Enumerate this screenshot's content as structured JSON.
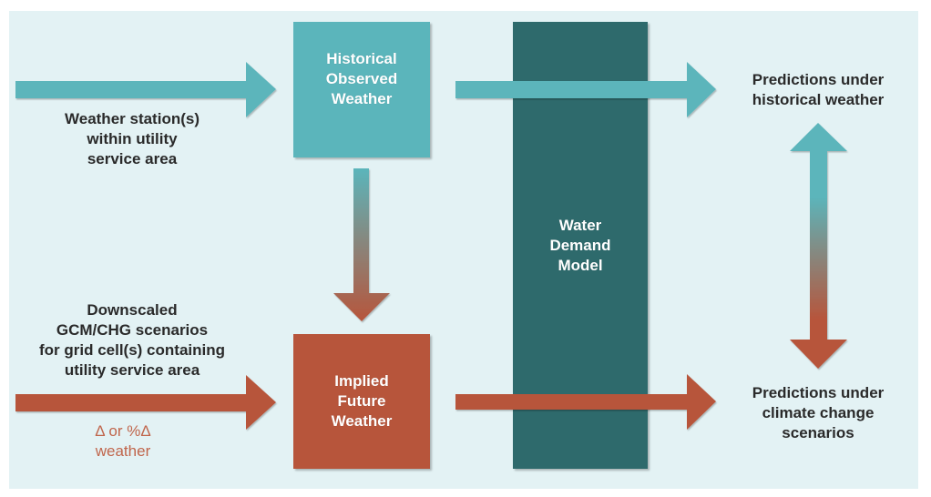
{
  "diagram": {
    "colors": {
      "background_panel": "#e3f2f4",
      "historical": "#5bb5bb",
      "future": "#b7553b",
      "model": "#2e6a6c",
      "text_dark": "#2a2a2a",
      "delta_text": "#c0664c"
    },
    "inputs": {
      "weather_stations": "Weather station(s)\nwithin utility\nservice area",
      "gcm_scenarios": "Downscaled\nGCM/CHG scenarios\nfor grid cell(s) containing\nutility service area",
      "delta_label": "Δ or %Δ\nweather"
    },
    "boxes": {
      "historical": "Historical\nObserved\nWeather",
      "future": "Implied\nFuture\nWeather",
      "model": "Water\nDemand\nModel"
    },
    "outputs": {
      "historical_predictions": "Predictions under\nhistorical weather",
      "climate_predictions": "Predictions under\nclimate change\nscenarios"
    },
    "arrows": [
      {
        "from": "weather_stations",
        "to": "historical",
        "color": "historical"
      },
      {
        "from": "historical",
        "to": "historical_predictions",
        "color": "historical"
      },
      {
        "from": "historical",
        "to": "future",
        "color": "gradient"
      },
      {
        "from": "gcm_scenarios",
        "to": "future",
        "color": "future"
      },
      {
        "from": "future",
        "to": "climate_predictions",
        "color": "future"
      },
      {
        "from": "historical_predictions",
        "to": "climate_predictions",
        "color": "gradient",
        "bidirectional": true
      }
    ]
  }
}
